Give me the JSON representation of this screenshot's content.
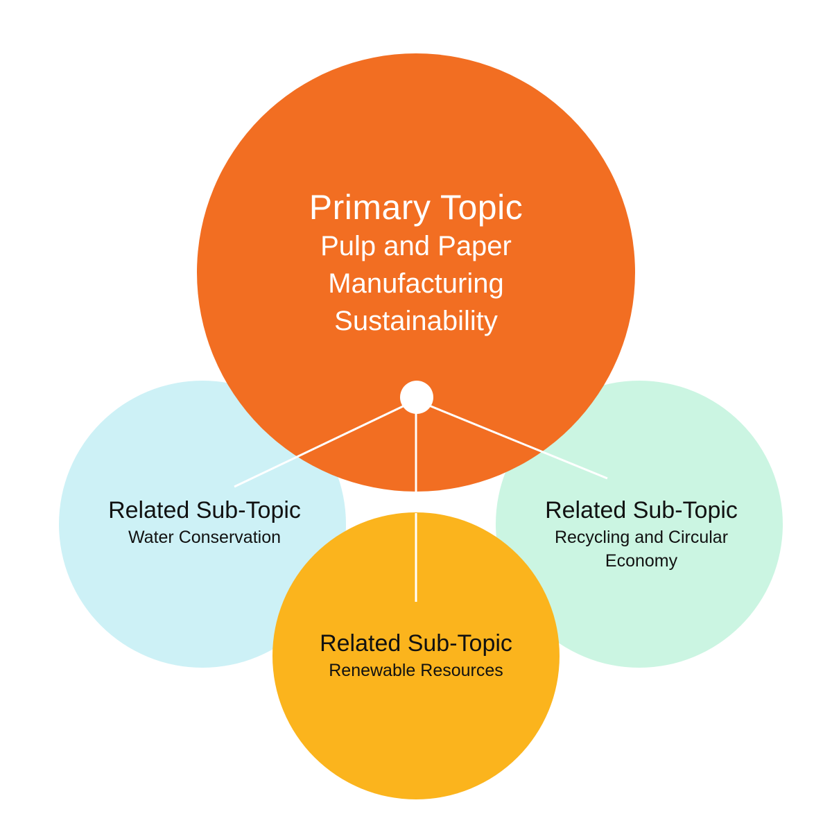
{
  "primary": {
    "title": "Primary Topic",
    "lines": [
      "Pulp and Paper",
      "Manufacturing",
      "Sustainability"
    ]
  },
  "subtopics": [
    {
      "id": "left",
      "title": "Related Sub-Topic",
      "lines": [
        "Water Conservation"
      ]
    },
    {
      "id": "bottom",
      "title": "Related Sub-Topic",
      "lines": [
        "Renewable Resources"
      ]
    },
    {
      "id": "right",
      "title": "Related Sub-Topic",
      "lines": [
        "Recycling and Circular",
        "Economy"
      ]
    }
  ],
  "colors": {
    "primary": "#F26E22",
    "water": "#CDF1F6",
    "renewable": "#FBB41D",
    "recycling": "#CBF5E2",
    "connector": "#FFFFFF"
  }
}
